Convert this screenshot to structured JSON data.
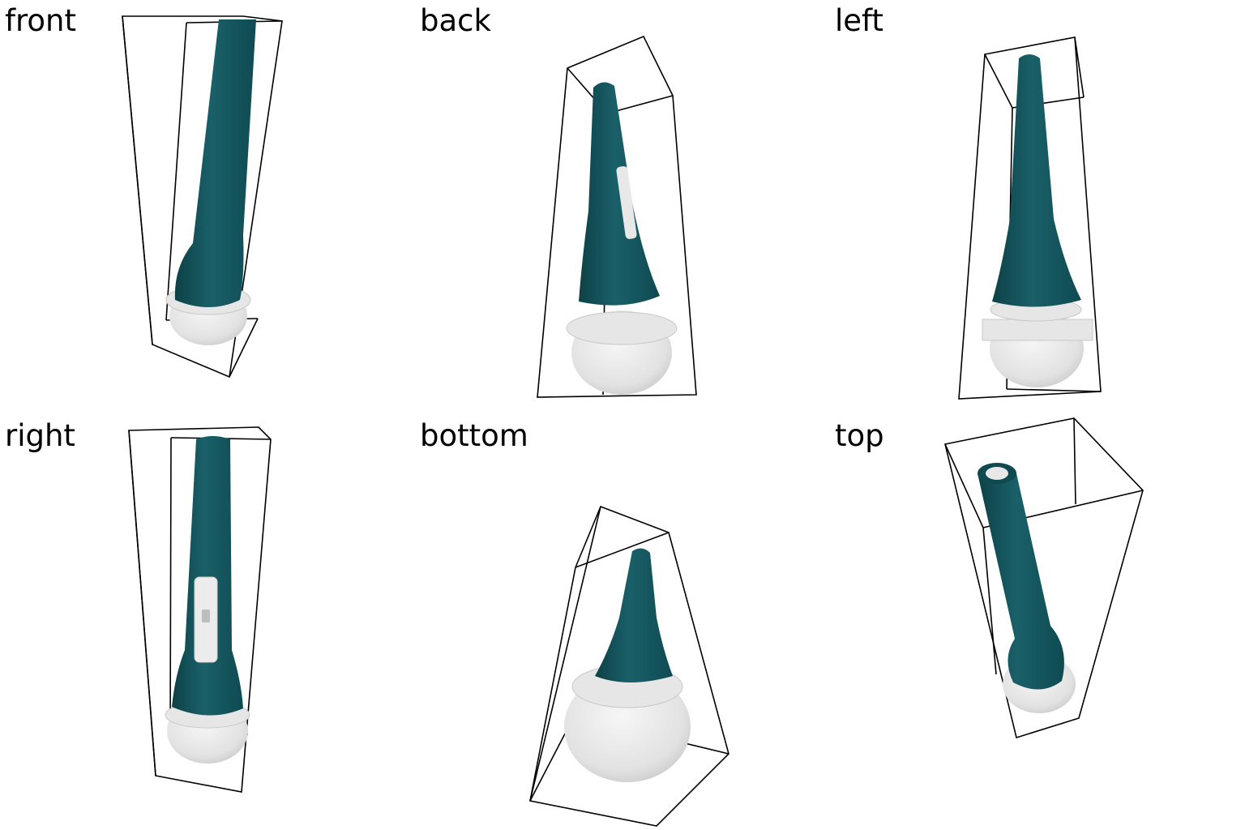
{
  "colors": {
    "body": "#15575f",
    "body_shade": "#0d4147",
    "grille": "#e8e8e8",
    "grille_shade": "#c9c9c9",
    "box_line": "#000000",
    "background": "#ffffff"
  },
  "views": [
    {
      "label": "front"
    },
    {
      "label": "back"
    },
    {
      "label": "left"
    },
    {
      "label": "right"
    },
    {
      "label": "bottom"
    },
    {
      "label": "top"
    }
  ]
}
